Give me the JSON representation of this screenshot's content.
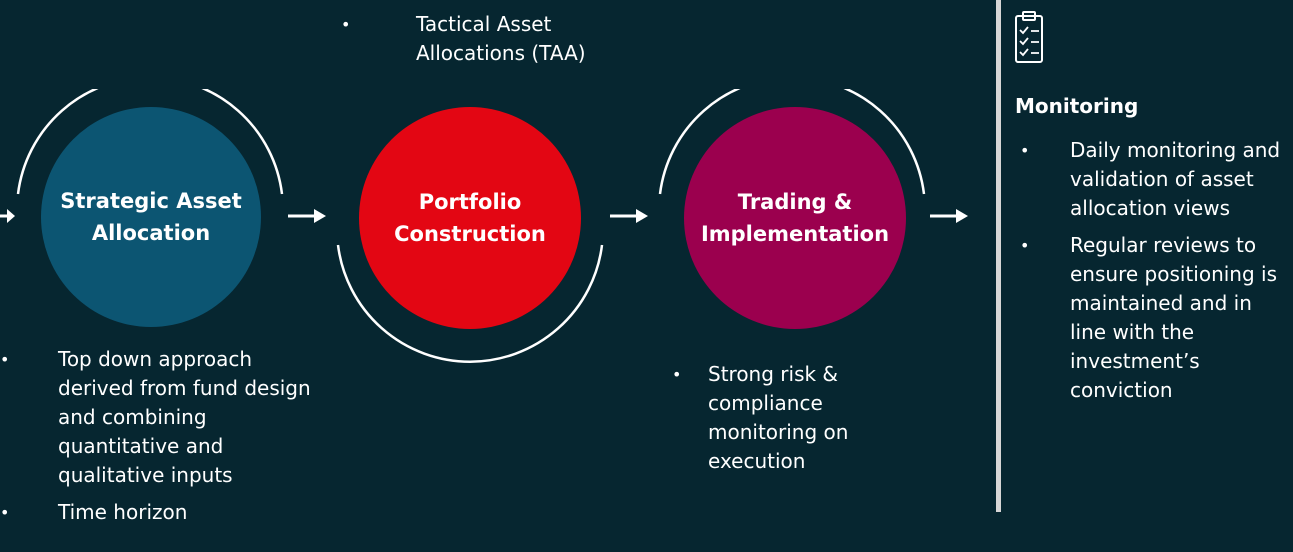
{
  "steps": [
    {
      "line1": "Strategic Asset",
      "line2": "Allocation",
      "color": "#0c5572"
    },
    {
      "line1": "Portfolio",
      "line2": "Construction",
      "color": "#e30613"
    },
    {
      "line1": "Trading &",
      "line2": "Implementation",
      "color": "#9b004e"
    }
  ],
  "taa": {
    "bullet": "Tactical Asset Allocations (TAA)"
  },
  "saa": {
    "bullets": [
      "Top down approach derived from fund design and combining quantitative and qualitative inputs",
      "Time horizon"
    ]
  },
  "trading": {
    "bullets": [
      "Strong risk & compliance monitoring on execution"
    ]
  },
  "monitoring": {
    "icon": "clipboard-checklist-icon",
    "title": "Monitoring",
    "bullets": [
      "Daily monitoring and validation of asset allocation views",
      "Regular reviews to ensure positioning is maintained and in line with the investment’s conviction"
    ]
  }
}
